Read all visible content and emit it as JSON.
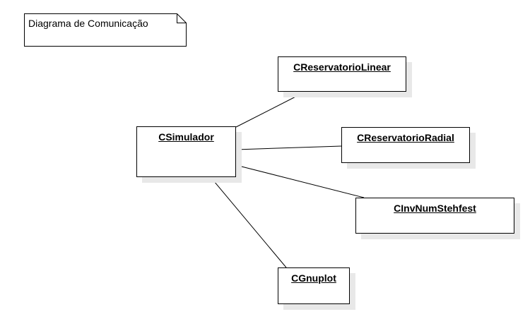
{
  "note": {
    "text": "Diagrama de Comunicação"
  },
  "objects": {
    "simulador": "CSimulador",
    "reservatorio_linear": "CReservatorioLinear",
    "reservatorio_radial": "CReservatorioRadial",
    "inv_num_stehfest": "CInvNumStehfest",
    "gnuplot": "CGnuplot"
  },
  "links": [
    {
      "from": "CSimulador",
      "to": "CReservatorioLinear"
    },
    {
      "from": "CSimulador",
      "to": "CReservatorioRadial"
    },
    {
      "from": "CSimulador",
      "to": "CInvNumStehfest"
    },
    {
      "from": "CSimulador",
      "to": "CGnuplot"
    }
  ]
}
